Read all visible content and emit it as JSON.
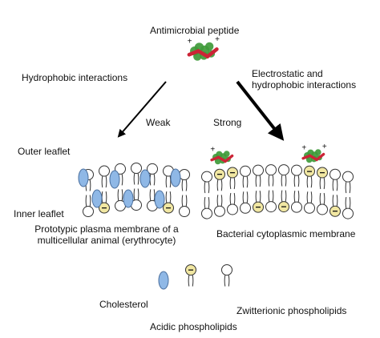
{
  "labels": {
    "peptide": "Antimicrobial peptide",
    "hydrophobic": "Hydrophobic interactions",
    "electro_line1": "Electrostatic and",
    "electro_line2": "hydrophobic interactions",
    "weak": "Weak",
    "strong": "Strong",
    "outer_leaflet": "Outer leaflet",
    "inner_leaflet": "Inner leaflet",
    "left_caption_line1": "Prototypic plasma membrane of a",
    "left_caption_line2": "multicellular animal (erythrocyte)",
    "right_caption": "Bacterial cytoplasmic membrane",
    "cholesterol": "Cholesterol",
    "acidic": "Acidic phospholipids",
    "zwitterionic": "Zwitterionic phospholipids"
  },
  "symbols": {
    "minus": "−",
    "plus": "+"
  },
  "colors": {
    "cholesterol_fill": "#8fb8e6",
    "acidic_fill": "#f1e7a2",
    "peptide_green": "#3f9a3a",
    "peptide_red": "#cc2436",
    "arrow": "#000000"
  }
}
